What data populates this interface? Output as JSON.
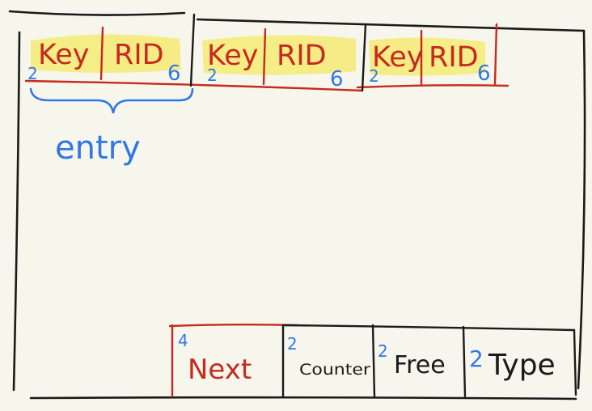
{
  "colors": {
    "background": "#f6f6ed",
    "ink_black": "#1a1a1a",
    "ink_red": "#c62a1f",
    "ink_blue": "#2f78e6",
    "highlight_yellow": "#f5ec7a"
  },
  "entries": [
    {
      "key_label": "Key",
      "rid_label": "RID",
      "key_size": "2",
      "rid_size": "6"
    },
    {
      "key_label": "Key",
      "rid_label": "RID",
      "key_size": "2",
      "rid_size": "6"
    },
    {
      "key_label": "Key",
      "rid_label": "RID",
      "key_size": "2",
      "rid_size": "6"
    }
  ],
  "entry_label": "entry",
  "footer": [
    {
      "label": "Next",
      "size": "4"
    },
    {
      "label": "Counter",
      "size": "2"
    },
    {
      "label": "Free",
      "size": "2"
    },
    {
      "label": "Type",
      "size": "2"
    }
  ]
}
